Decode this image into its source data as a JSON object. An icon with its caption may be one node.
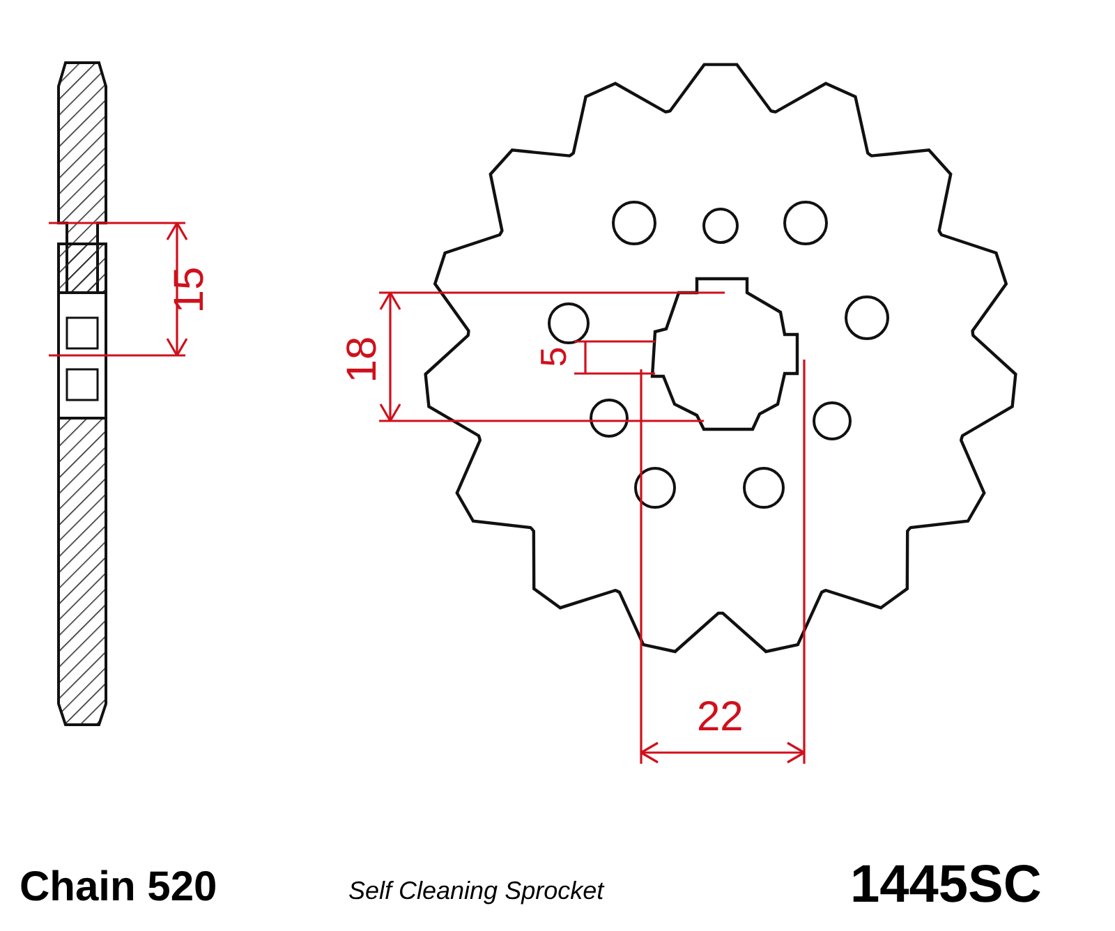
{
  "diagram": {
    "labels": [
      "15",
      "18",
      "5",
      "22",
      "Chain 520",
      "Self Cleaning Sprocket",
      "1445SC"
    ]
  }
}
